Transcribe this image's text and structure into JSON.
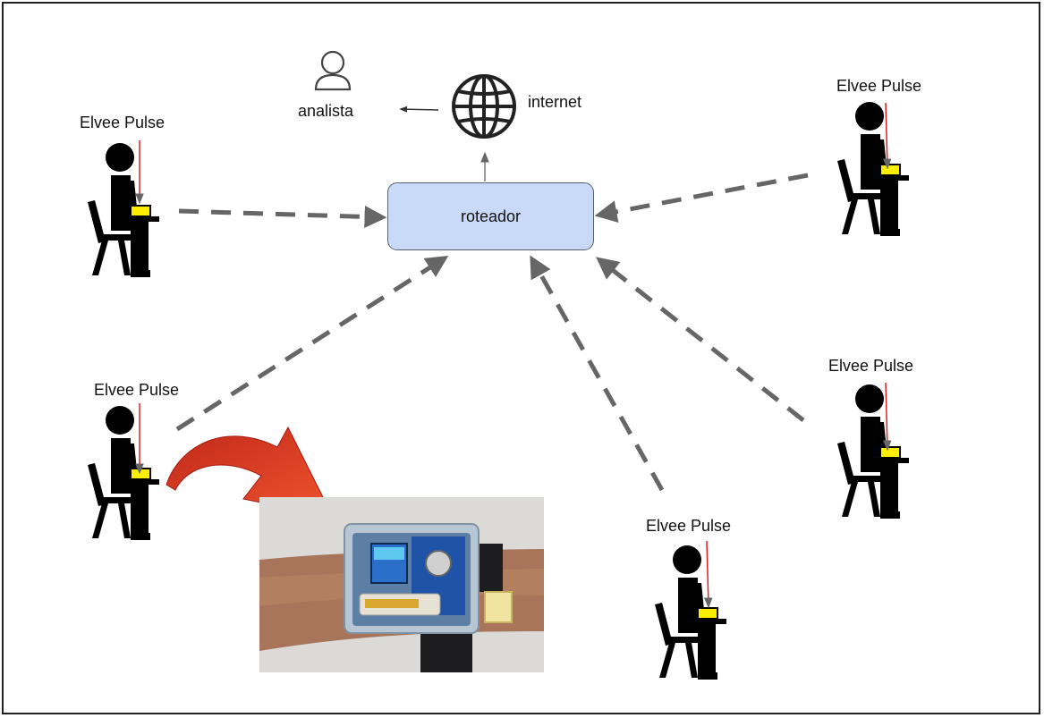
{
  "router_label": "roteador",
  "internet_label": "internet",
  "analyst_label": "analista",
  "devices": [
    {
      "label": "Elvee Pulse"
    },
    {
      "label": "Elvee Pulse"
    },
    {
      "label": "Elvee Pulse"
    },
    {
      "label": "Elvee Pulse"
    },
    {
      "label": "Elvee Pulse"
    }
  ],
  "colors": {
    "router_fill": "#c9daf8",
    "arrow": "#666666",
    "pointer": "#e02020",
    "device": "#ffee00",
    "curved_arrow": "#e03a1e"
  }
}
